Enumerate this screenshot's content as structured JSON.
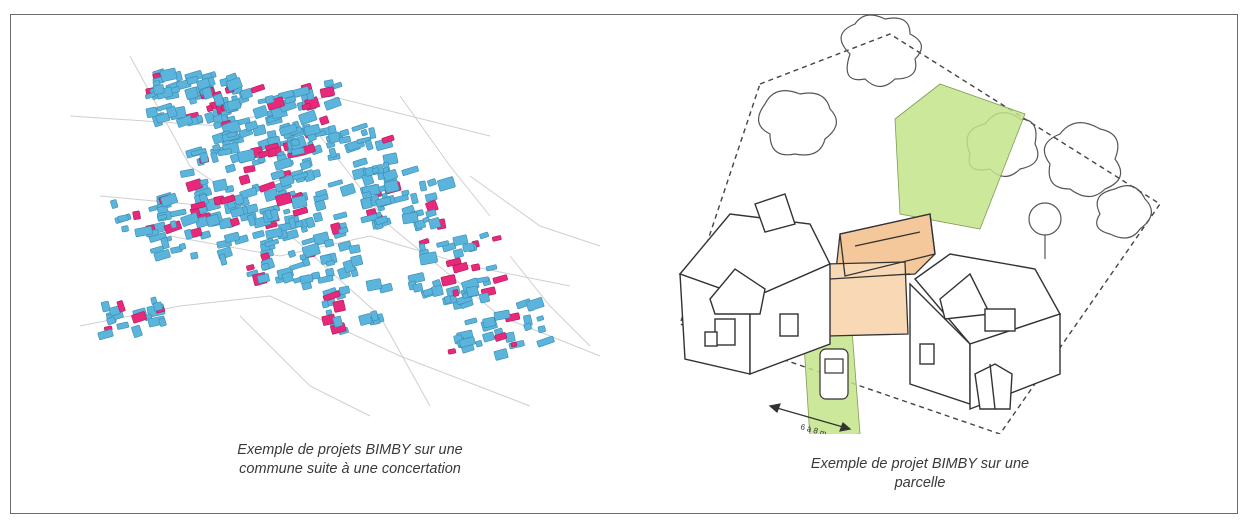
{
  "captions": {
    "left_line1": "Exemple de projets BIMBY sur une",
    "left_line2": "commune suite à une concertation",
    "right_line1": "Exemple de projet BIMBY sur une",
    "right_line2": "parcelle"
  },
  "dimension_label": "6 à 8 m",
  "colors": {
    "existing_building": "#5ab4dc",
    "new_project": "#e8287a",
    "garden_green": "#c4e48a",
    "extension_orange": "#f4c89a",
    "line": "#333333",
    "border": "#6b6b6b"
  }
}
